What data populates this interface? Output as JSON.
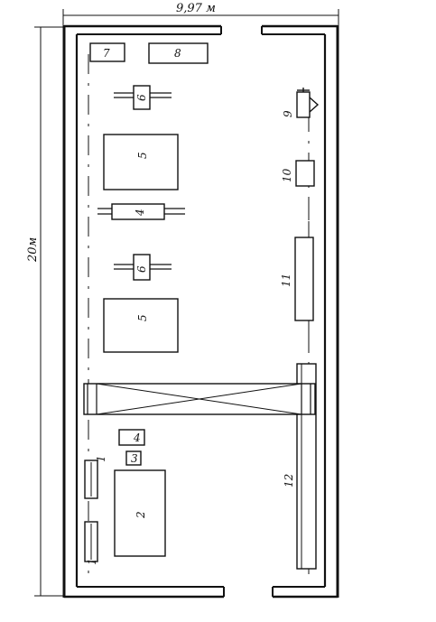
{
  "dimensions": {
    "width_label": "9,97 м",
    "length_label": "20м"
  },
  "equipment_labels": {
    "n1a": "1",
    "n1b": "1",
    "n2": "2",
    "n3": "3",
    "n4a": "4",
    "n4b": "4",
    "n5a": "5",
    "n5b": "5",
    "n6a": "6",
    "n6b": "6",
    "n7": "7",
    "n8": "8",
    "n9": "9",
    "n10": "10",
    "n11": "11",
    "n12": "12"
  },
  "colors": {
    "ink": "#111111",
    "paper": "#ffffff"
  }
}
